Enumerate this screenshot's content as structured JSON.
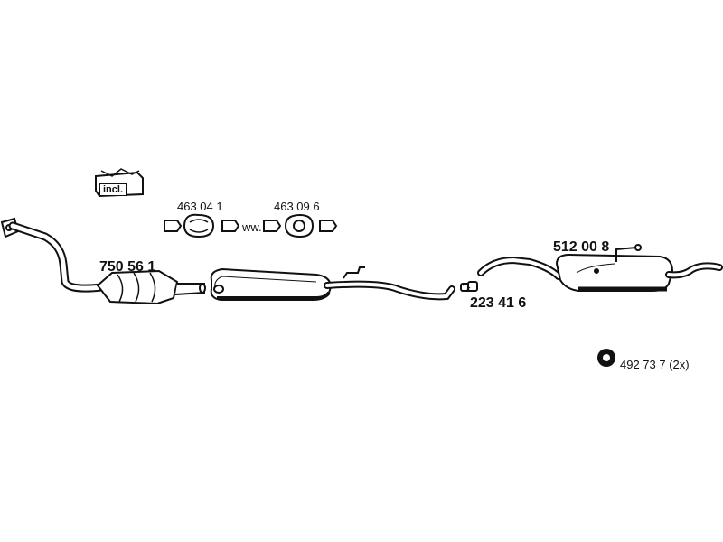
{
  "parts": {
    "catalytic_converter": "750 56 1",
    "clamp_set_1": "463 04 1",
    "clamp_set_2": "463 09 6",
    "connector": "223 41 6",
    "rear_silencer": "512 00 8",
    "rubber_mount": "492 73 7 (2x)"
  },
  "kit_label": "incl.",
  "joiner_text": "ww.",
  "colors": {
    "line": "#111111",
    "fill": "#ffffff",
    "shade": "#cccccc"
  }
}
